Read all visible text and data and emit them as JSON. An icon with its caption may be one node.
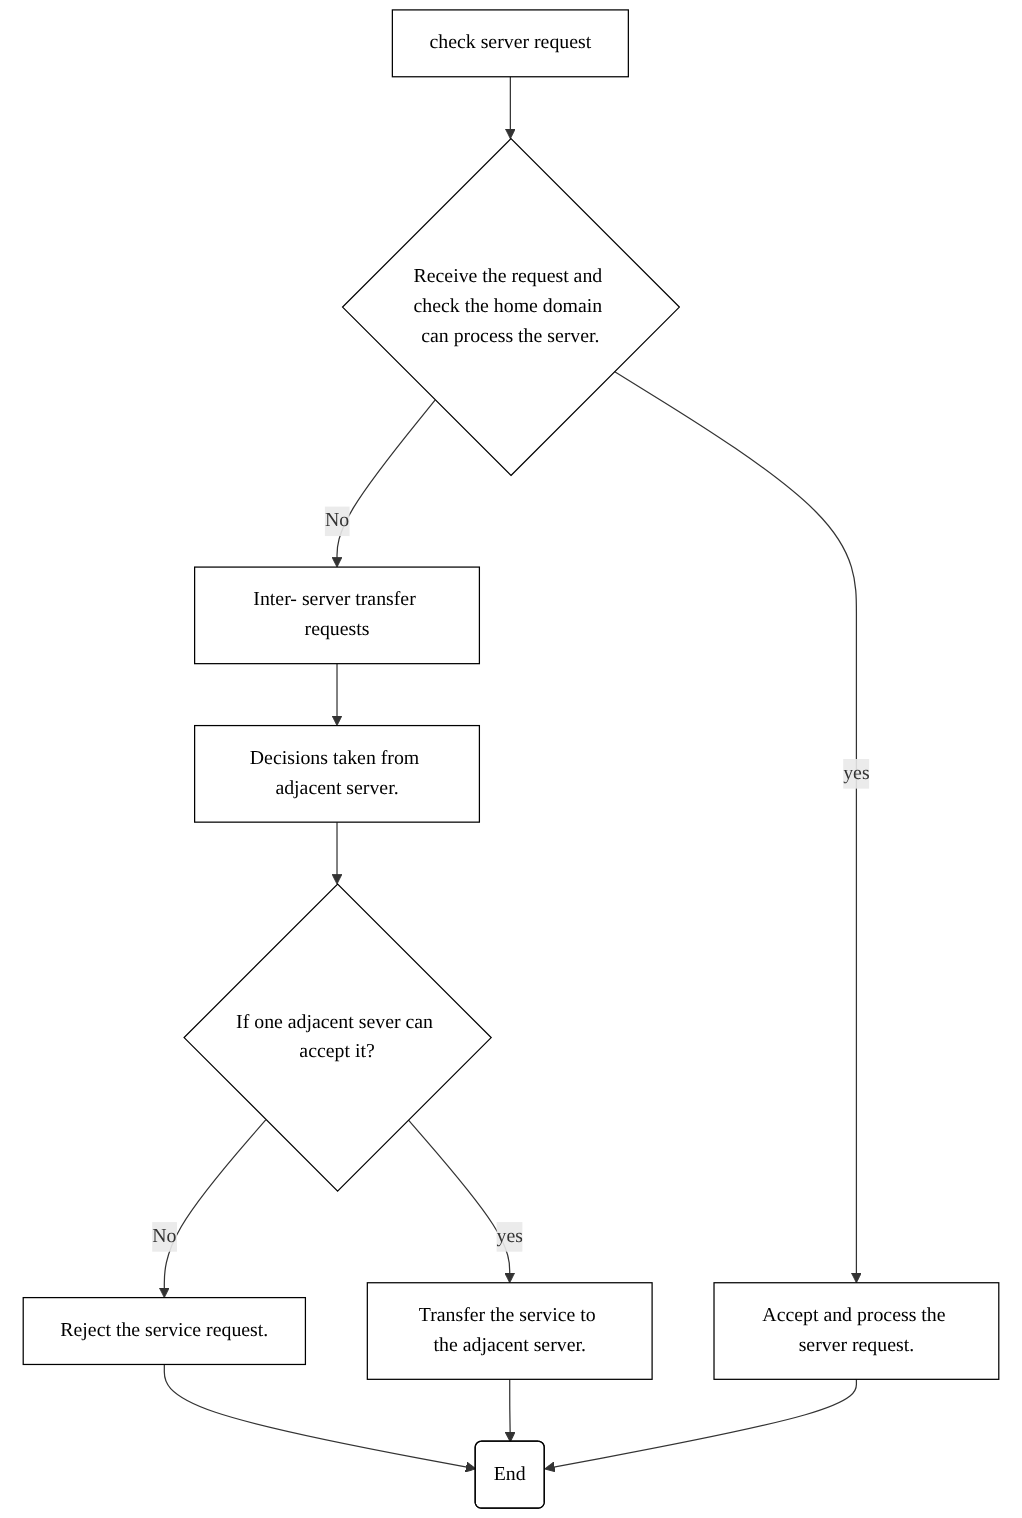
{
  "diagram": {
    "nodes": [
      {
        "text": [
          "check server request"
        ]
      },
      {
        "text": [
          "Receive the request and check the home domain can process the server."
        ]
      },
      {
        "text": [
          "Inter- server transfer requests"
        ]
      },
      {
        "text": [
          "Accept and process the server request."
        ]
      },
      {
        "text": [
          "Decisions taken from adjacent server."
        ]
      },
      {
        "text": [
          "If one adjacent sever can accept it?"
        ]
      },
      {
        "text": [
          "Reject the service request."
        ]
      },
      {
        "text": [
          "Transfer the service to the adjacent server."
        ]
      },
      {
        "text": [
          "End"
        ]
      }
    ],
    "edges": [
      {
        "from": 0,
        "to": 1,
        "arrow": "to"
      },
      {
        "from": 1,
        "to": 2,
        "label": "No",
        "arrow": "to"
      },
      {
        "from": 1,
        "to": 3,
        "label": "yes",
        "arrow": "to"
      },
      {
        "from": 2,
        "to": 4,
        "arrow": "to"
      },
      {
        "from": 4,
        "to": 5,
        "arrow": "to"
      },
      {
        "from": 5,
        "to": 6,
        "label": "No",
        "arrow": "to"
      },
      {
        "from": 5,
        "to": 7,
        "label": "yes",
        "arrow": "to"
      },
      {
        "from": 7,
        "to": 8,
        "arrow": "to"
      },
      {
        "from": 3,
        "to": 8,
        "arrow": "to"
      },
      {
        "from": 6,
        "to": 8,
        "arrow": "to"
      }
    ]
  }
}
